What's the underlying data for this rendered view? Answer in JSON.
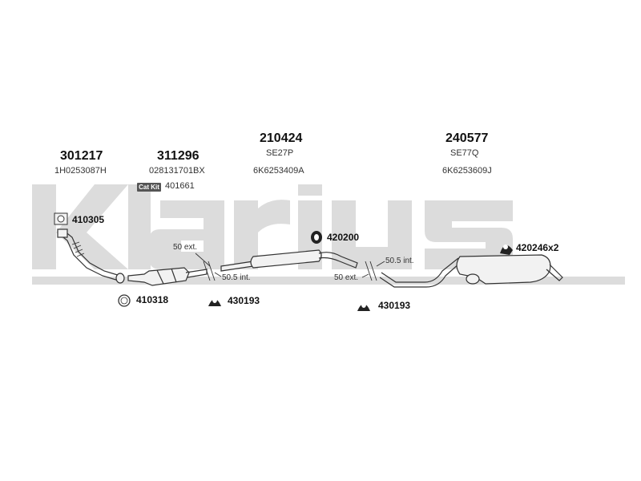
{
  "watermark": {
    "brand": "Klarius"
  },
  "colors": {
    "watermark": "#dcdcdc",
    "line": "#333333",
    "part_fill": "#f2f2f2"
  },
  "parts": {
    "front_pipe": {
      "number": "301217",
      "ref": "1H0253087H"
    },
    "catalyst": {
      "number": "311296",
      "ref": "028131701BX",
      "kit_badge": "Cat Kit",
      "kit_number": "401661"
    },
    "middle_silencer": {
      "number": "210424",
      "code": "SE27P",
      "ref": "6K6253409A"
    },
    "rear_silencer": {
      "number": "240577",
      "code": "SE77Q",
      "ref": "6K6253609J"
    }
  },
  "fittings": {
    "gasket_top": "410305",
    "gasket_ring": "410318",
    "mount_left": "430193",
    "clamp_mid": "420200",
    "mount_right": "430193",
    "mount_rear": "420246x2"
  },
  "dimensions": {
    "left_ext": "50 ext.",
    "left_int": "50.5 int.",
    "right_int": "50.5 int.",
    "right_ext": "50 ext."
  }
}
